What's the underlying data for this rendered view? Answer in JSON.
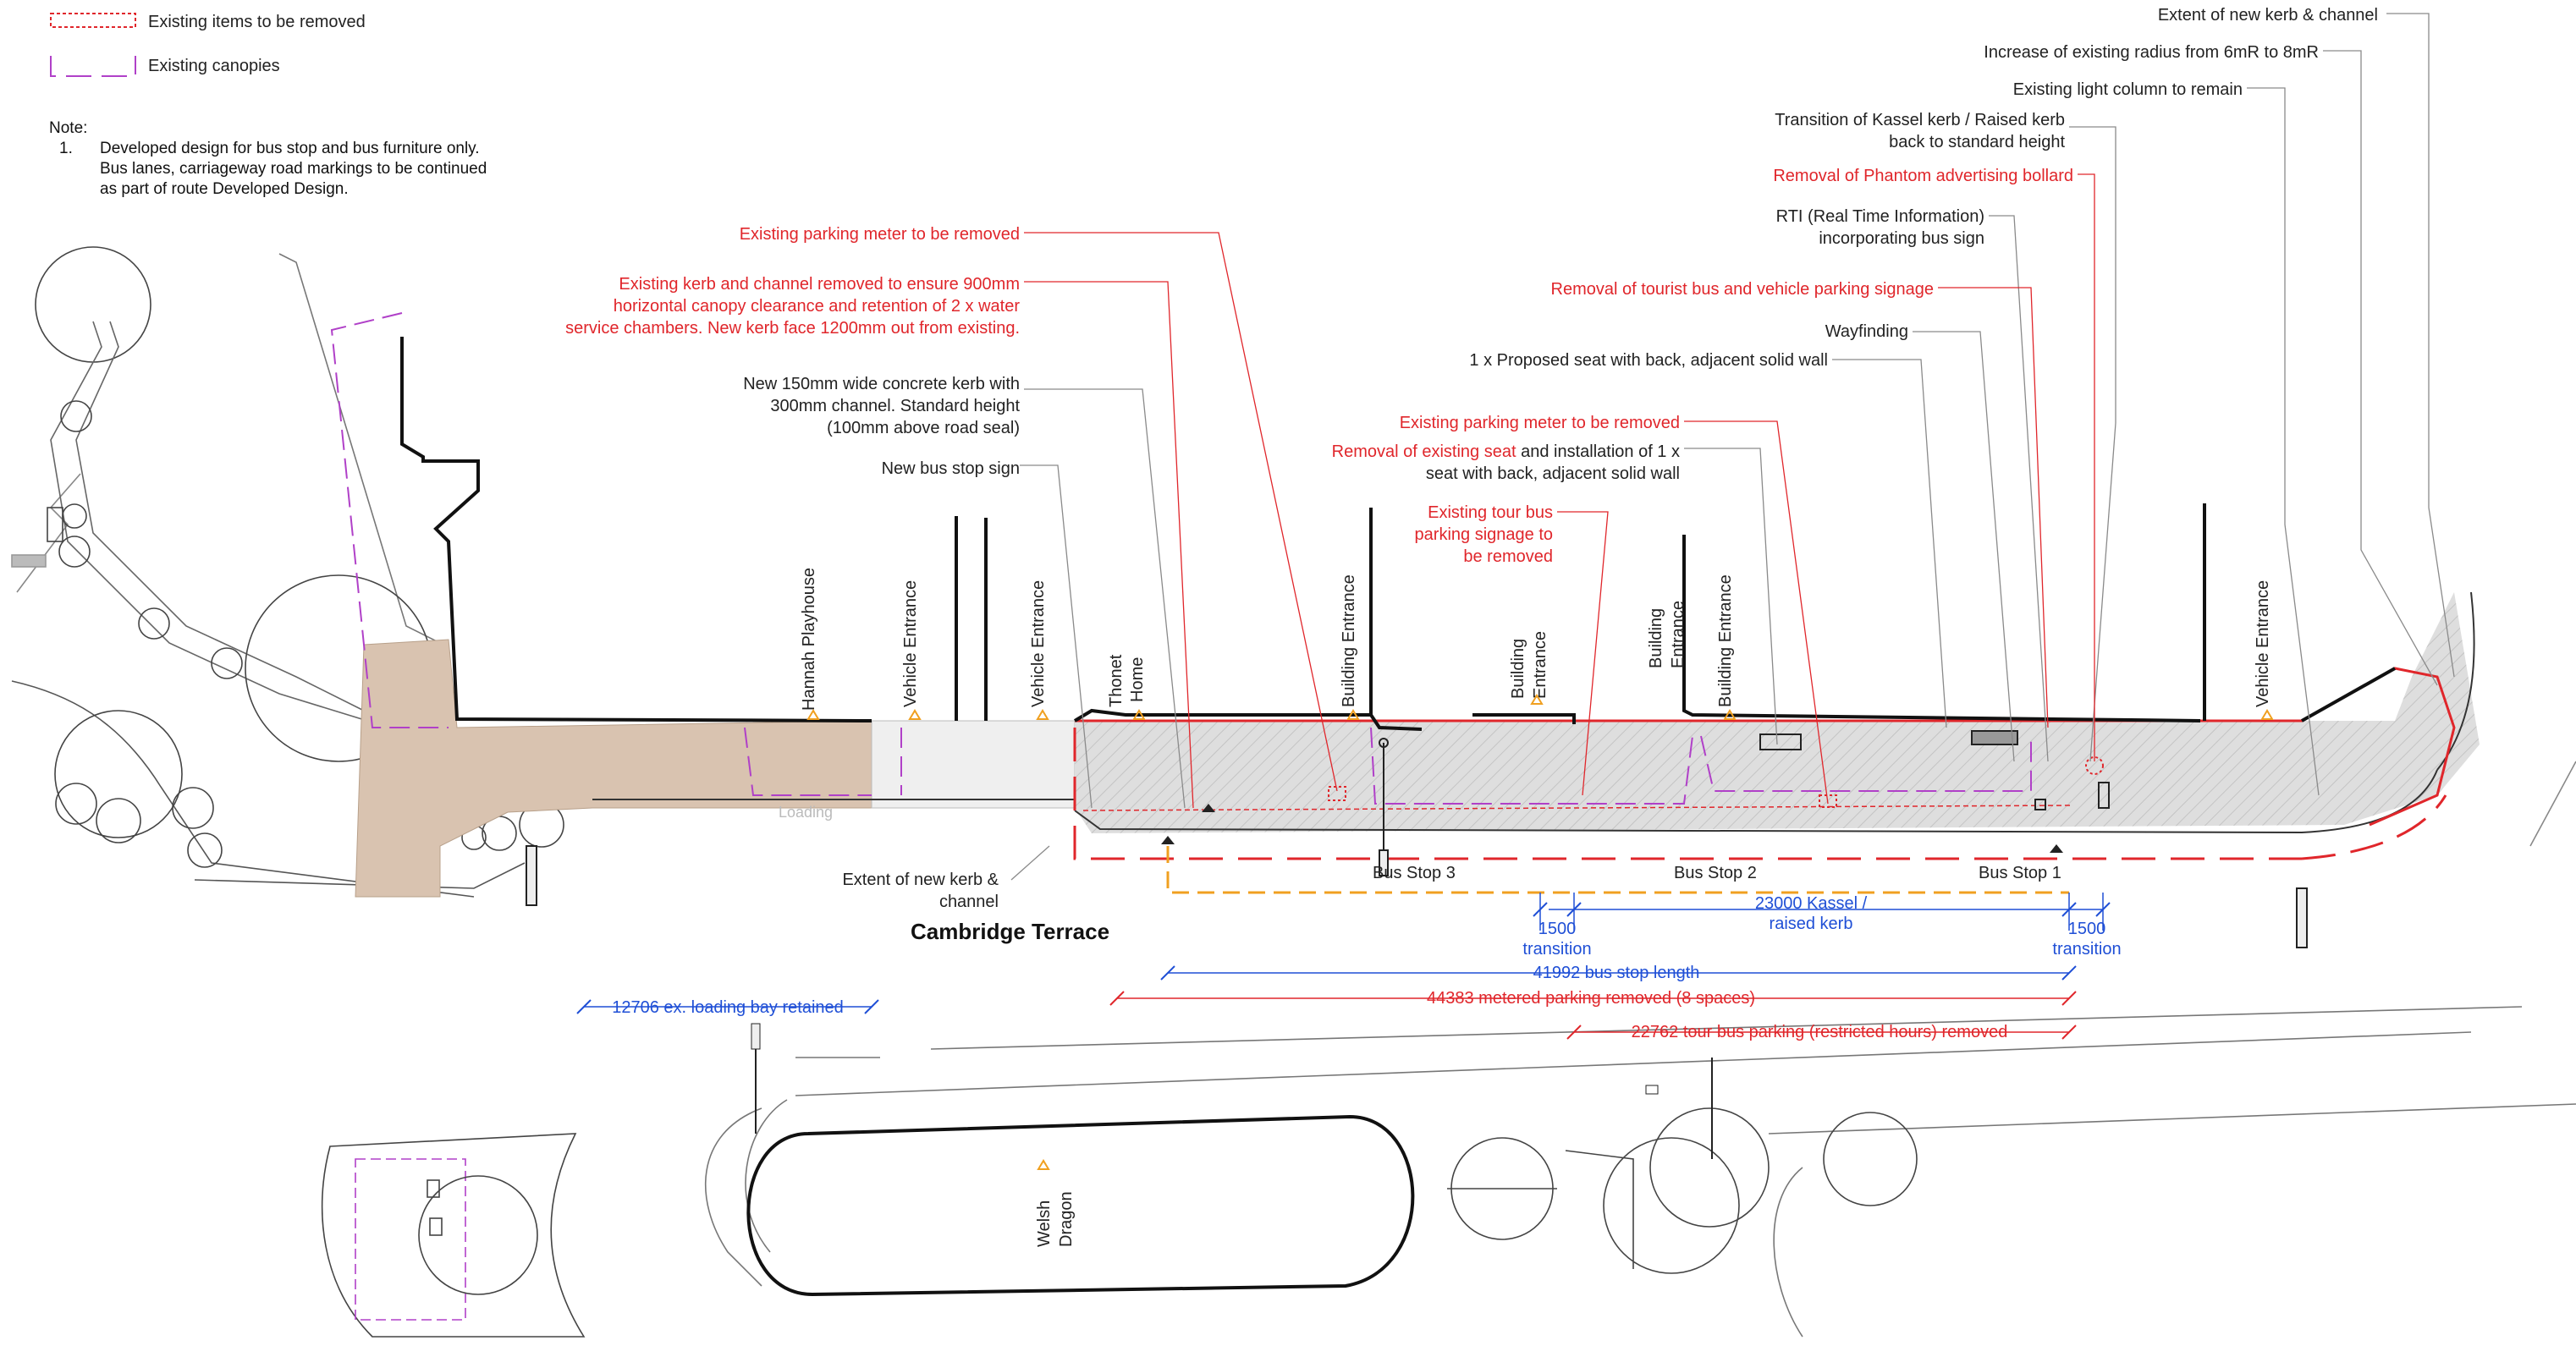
{
  "legend": {
    "removed_label": "Existing items to be removed",
    "canopies_label": "Existing canopies"
  },
  "note": {
    "heading": "Note:",
    "item_number": "1.",
    "item_text": "Developed design for bus stop and bus furniture only. Bus lanes, carriageway road markings to be continued as part of route Developed Design."
  },
  "callouts": {
    "extent_new_kerb_top": "Extent of new kerb & channel",
    "radius_increase": "Increase of existing radius from 6mR to 8mR",
    "light_column": "Existing light column to remain",
    "kassel_transition_1": "Transition of Kassel kerb / Raised kerb",
    "kassel_transition_2": "back to standard height",
    "phantom_bollard": "Removal of Phantom advertising bollard",
    "rti_1": "RTI (Real Time Information)",
    "rti_2": "incorporating bus sign",
    "tourist_signage": "Removal of tourist bus and vehicle parking signage",
    "wayfinding": "Wayfinding",
    "proposed_seat": "1 x Proposed seat with back, adjacent solid wall",
    "parking_meter_right": "Existing parking meter to be removed",
    "seat_removal_red": "Removal of existing seat",
    "seat_install_1": " and installation of 1 x",
    "seat_install_2": "seat with back, adjacent solid wall",
    "tour_signage_1": "Existing tour bus",
    "tour_signage_2": "parking signage to",
    "tour_signage_3": "be removed",
    "parking_meter_left": "Existing parking meter to be removed",
    "kerb_channel_1": "Existing kerb and channel removed to ensure 900mm",
    "kerb_channel_2": "horizontal canopy clearance and retention of 2 x water",
    "kerb_channel_3": "service chambers. New kerb face 1200mm out from existing.",
    "new_kerb_1": "New 150mm wide concrete kerb with",
    "new_kerb_2": "300mm channel. Standard height",
    "new_kerb_3": "(100mm above road seal)",
    "bus_stop_sign": "New bus stop sign",
    "extent_new_kerb_bottom_1": "Extent of new kerb &",
    "extent_new_kerb_bottom_2": "channel"
  },
  "buildings": {
    "hannah": "Hannah Playhouse",
    "vehicle_entrance_1": "Vehicle Entrance",
    "vehicle_entrance_2": "Vehicle Entrance",
    "thonet_1": "Thonet",
    "thonet_2": "Home",
    "building_entrance_1": "Building Entrance",
    "building_entrance_2a": "Building",
    "building_entrance_2b": "Entrance",
    "building_entrance_3a": "Building",
    "building_entrance_3b": "Entrance",
    "building_entrance_4": "Building Entrance",
    "vehicle_entrance_3": "Vehicle Entrance",
    "loading": "Loading",
    "welsh_1": "Welsh",
    "welsh_2": "Dragon"
  },
  "road_name": "Cambridge Terrace",
  "bus_stops": {
    "stop3": "Bus Stop 3",
    "stop2": "Bus Stop 2",
    "stop1": "Bus Stop 1"
  },
  "dimensions": {
    "kassel": "23000 Kassel /",
    "kassel_2": "raised kerb",
    "transition_left_value": "1500",
    "transition_left_label": "transition",
    "transition_right_value": "1500",
    "transition_right_label": "transition",
    "bus_stop_length": "41992 bus stop length",
    "metered_parking": "44383 metered parking removed (8 spaces)",
    "tour_bus_parking": "22762 tour bus parking (restricted hours) removed",
    "loading_bay": "12706 ex. loading bay retained"
  },
  "colors": {
    "annotation_red": "#e0262b",
    "dimension_blue": "#1f4fd6",
    "bus_stop_orange": "#f0a020",
    "canopy_purple": "#b040c8",
    "paving_tan": "#d9c3b0",
    "hatch_grey": "#d6d6d6",
    "leader_grey": "#8a8a8a"
  }
}
